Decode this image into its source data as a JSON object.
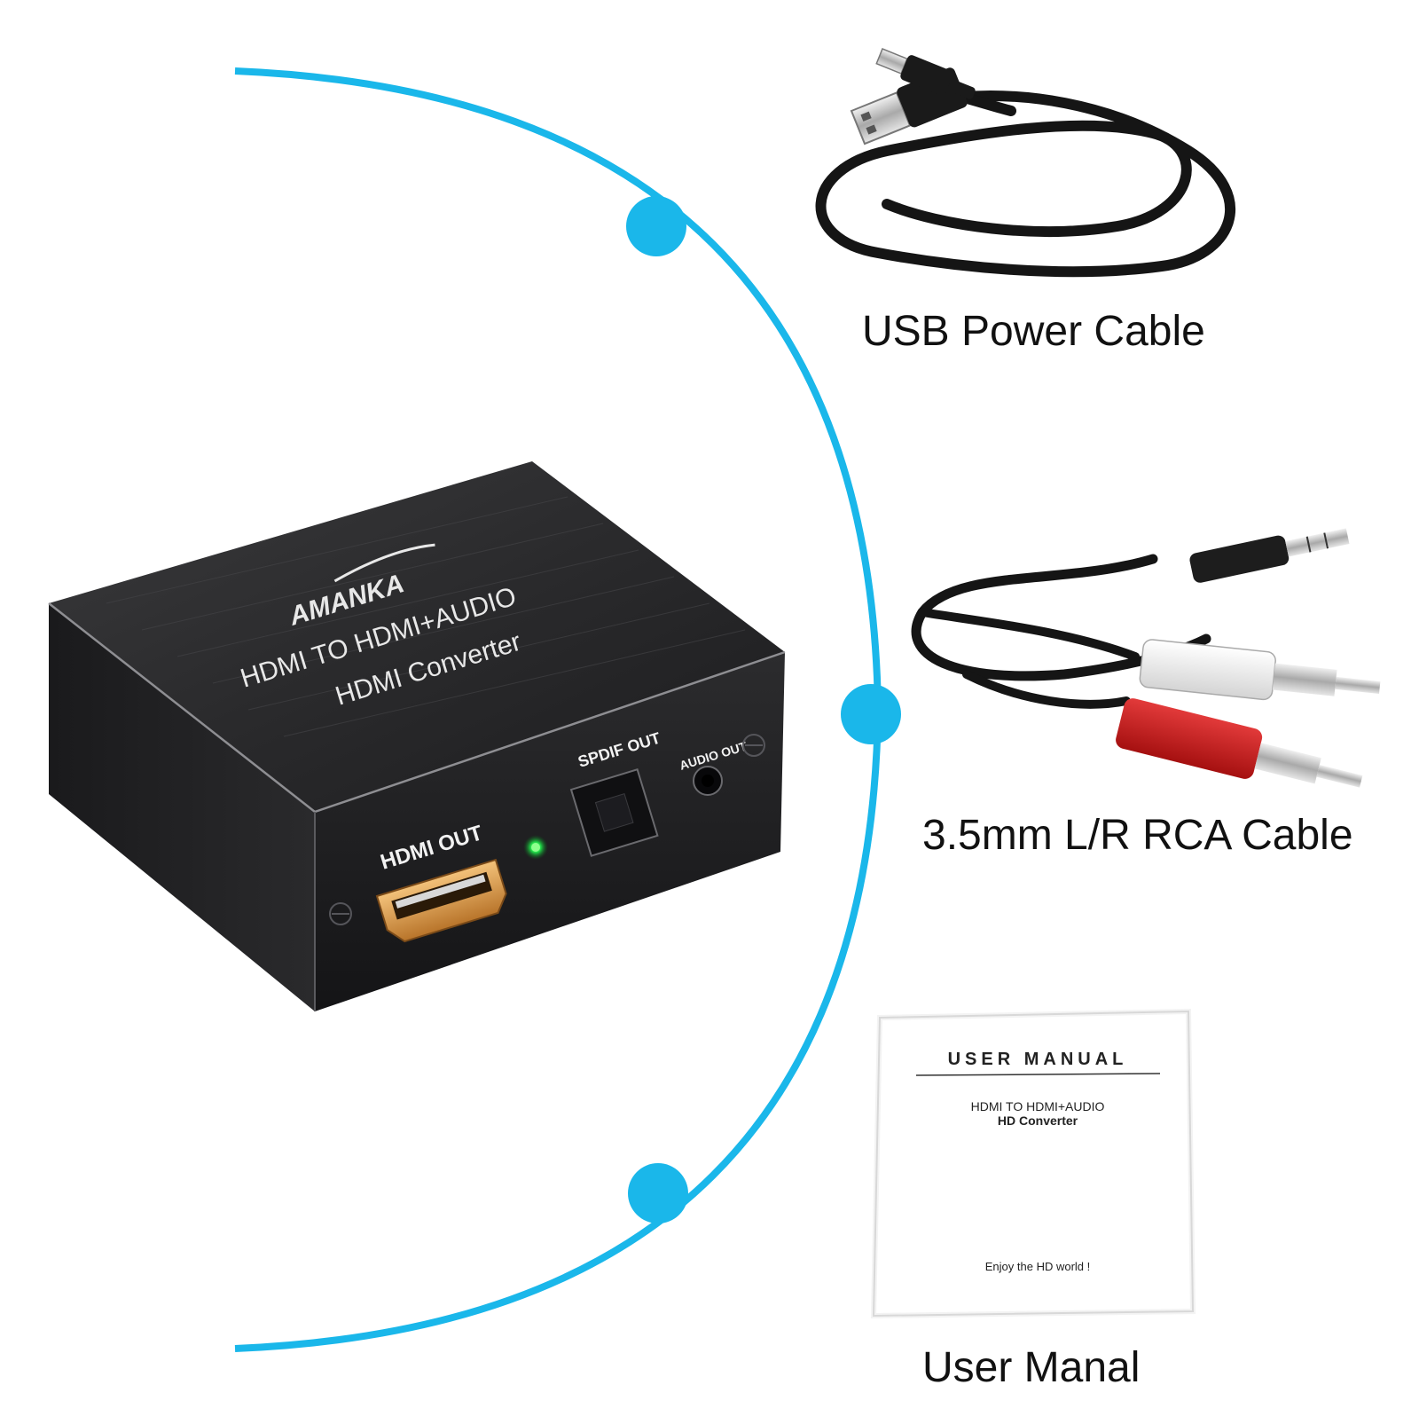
{
  "accent_color": "#1ab7ea",
  "device": {
    "brand": "AMANKA",
    "line1": "HDMI TO HDMI+AUDIO",
    "line2": "HDMI Converter",
    "port_hdmi_out": "HDMI OUT",
    "port_spdif_out": "SPDIF OUT",
    "port_audio_out": "AUDIO OUT",
    "led_color": "#22e04a"
  },
  "accessories": [
    {
      "caption": "USB Power Cable"
    },
    {
      "caption": "3.5mm L/R RCA Cable"
    },
    {
      "caption": "User Manal"
    }
  ],
  "manual": {
    "heading": "USER MANUAL",
    "title_line1": "HDMI TO HDMI+AUDIO",
    "title_line2": "HD Converter",
    "footer": "Enjoy the HD world !"
  }
}
